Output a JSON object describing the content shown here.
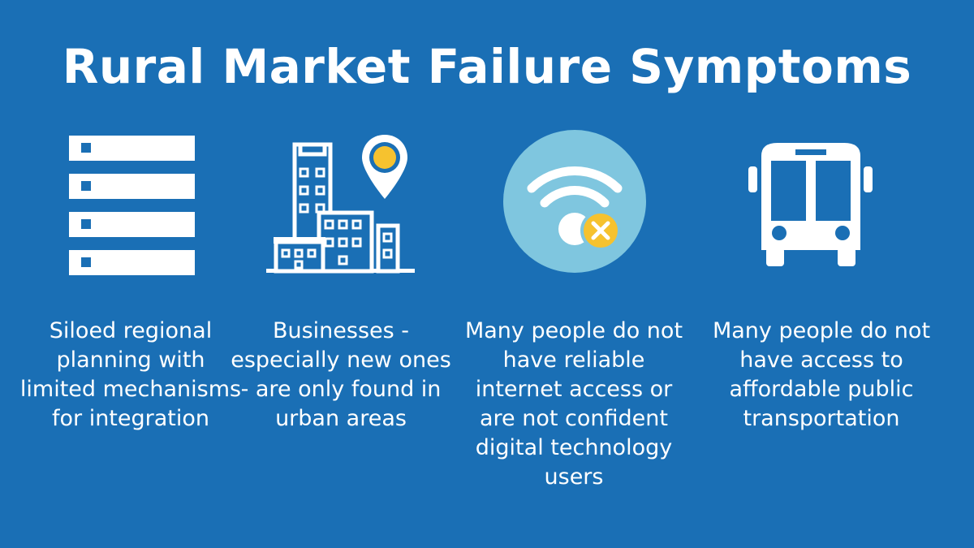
{
  "title": "Rural Market Failure Symptoms",
  "colors": {
    "background": "#1a6fb5",
    "accent_yellow": "#f6c22f",
    "circle_light": "#7fc6df"
  },
  "symptoms": [
    {
      "icon": "server-stack-icon",
      "text": "Siloed regional planning with limited mechanisms for integration"
    },
    {
      "icon": "city-buildings-pin-icon",
      "text": "Businesses - especially new ones - are only found in urban areas"
    },
    {
      "icon": "wifi-off-icon",
      "text": "Many people do not have reliable internet access or are not confident digital technology users"
    },
    {
      "icon": "bus-icon",
      "text": "Many people do not have access to affordable public transportation"
    }
  ]
}
